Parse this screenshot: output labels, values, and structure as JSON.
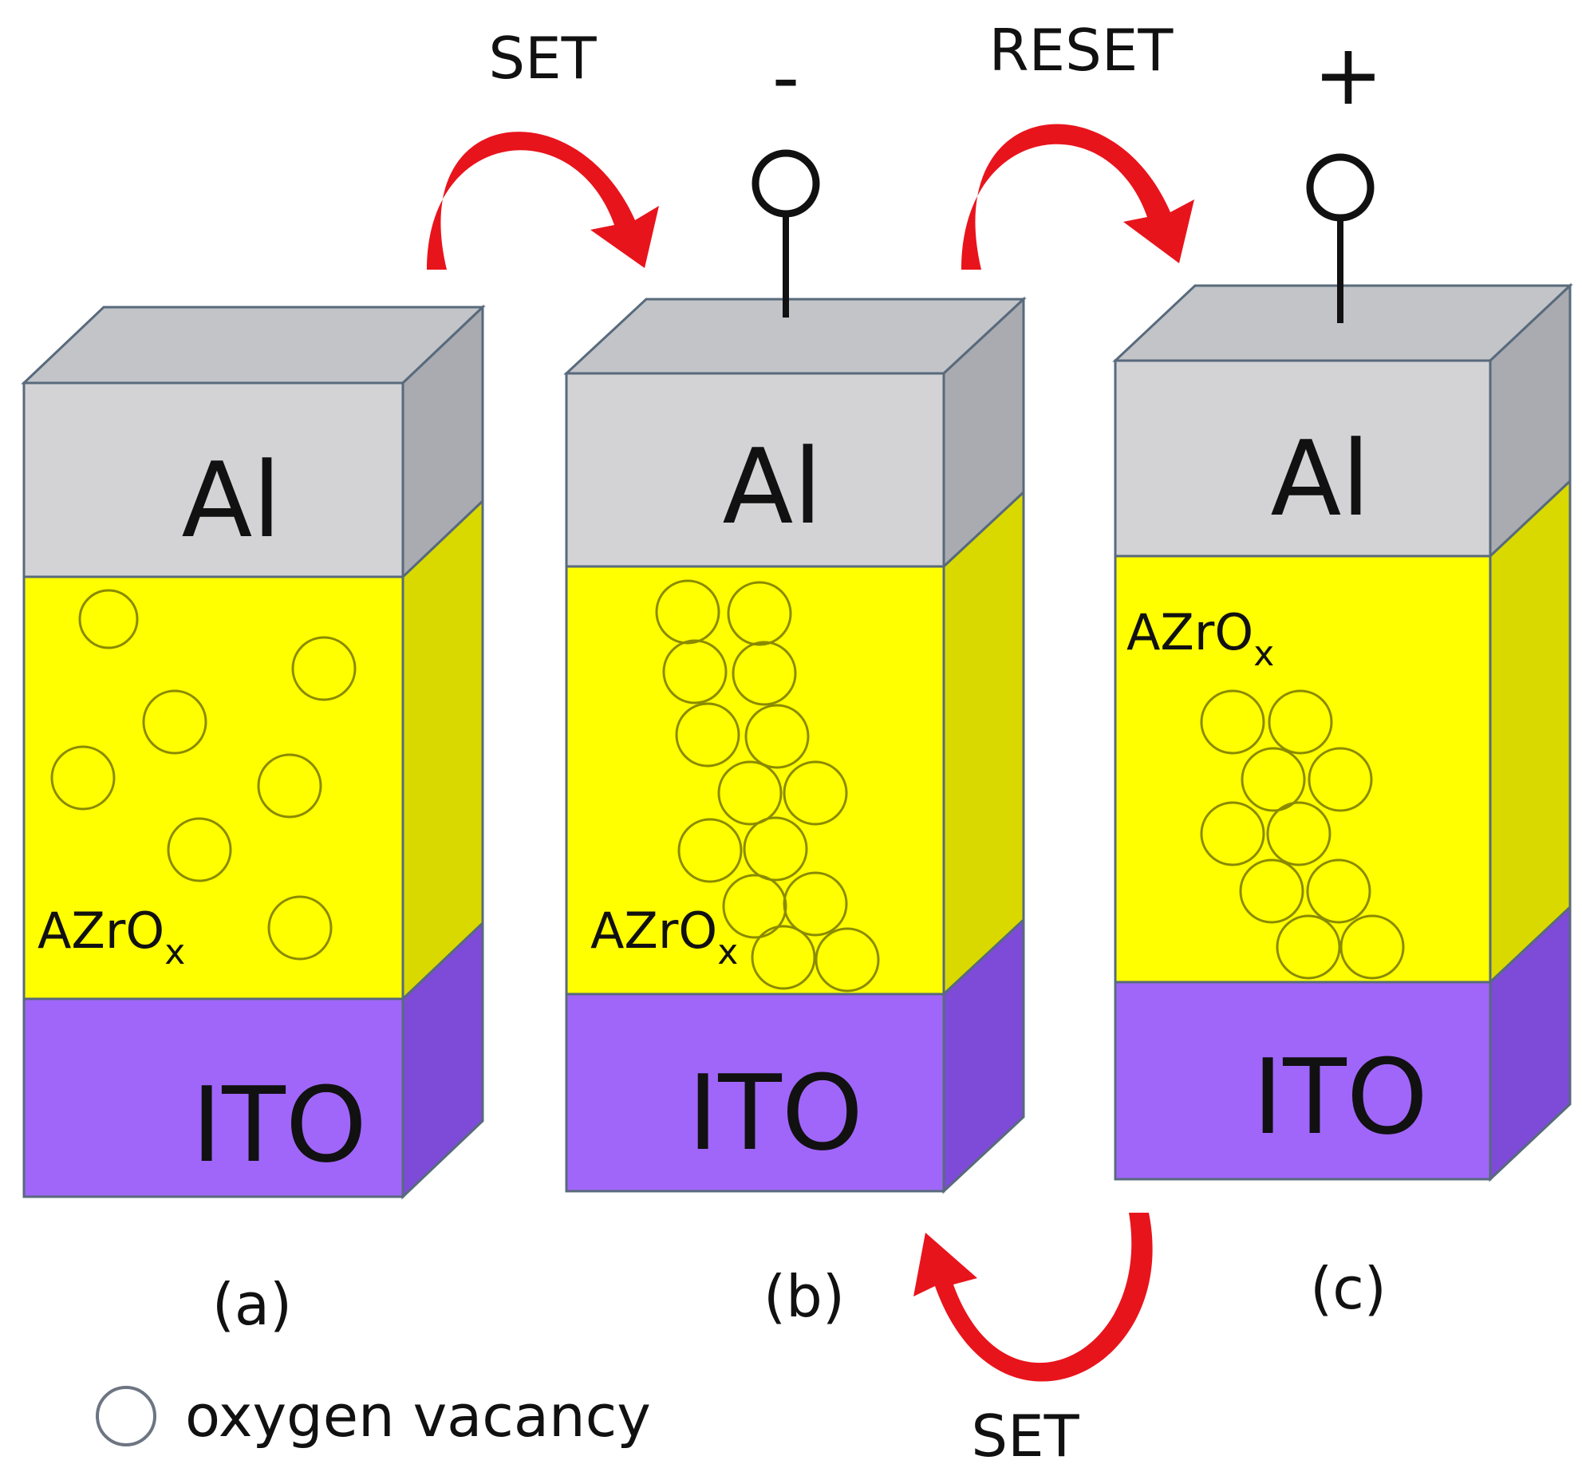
{
  "layers": {
    "top": "Al",
    "middle": "AZrO",
    "middle_subscript": "x",
    "bottom": "ITO"
  },
  "devices": [
    {
      "id": "a",
      "caption": "(a)",
      "terminal": ""
    },
    {
      "id": "b",
      "caption": "(b)",
      "terminal": "-"
    },
    {
      "id": "c",
      "caption": "(c)",
      "terminal": "+"
    }
  ],
  "transitions": [
    {
      "label": "SET",
      "from": "a",
      "to": "b"
    },
    {
      "label": "RESET",
      "from": "b",
      "to": "c"
    },
    {
      "label": "SET",
      "from": "c",
      "to": "b"
    }
  ],
  "legend": {
    "label": "oxygen vacancy",
    "icon": "circle-outline"
  },
  "colors": {
    "electrode_front": "#d3d3d6",
    "electrode_top": "#c2c4c8",
    "electrode_side": "#a9abb0",
    "oxide_front": "#ffff00",
    "oxide_side": "#d9d900",
    "ito_front": "#a066fa",
    "ito_side": "#7d4bd8",
    "vacancy_stroke": "#8a8a00",
    "arrow": "#e8141c",
    "edge": "#586a7c"
  }
}
